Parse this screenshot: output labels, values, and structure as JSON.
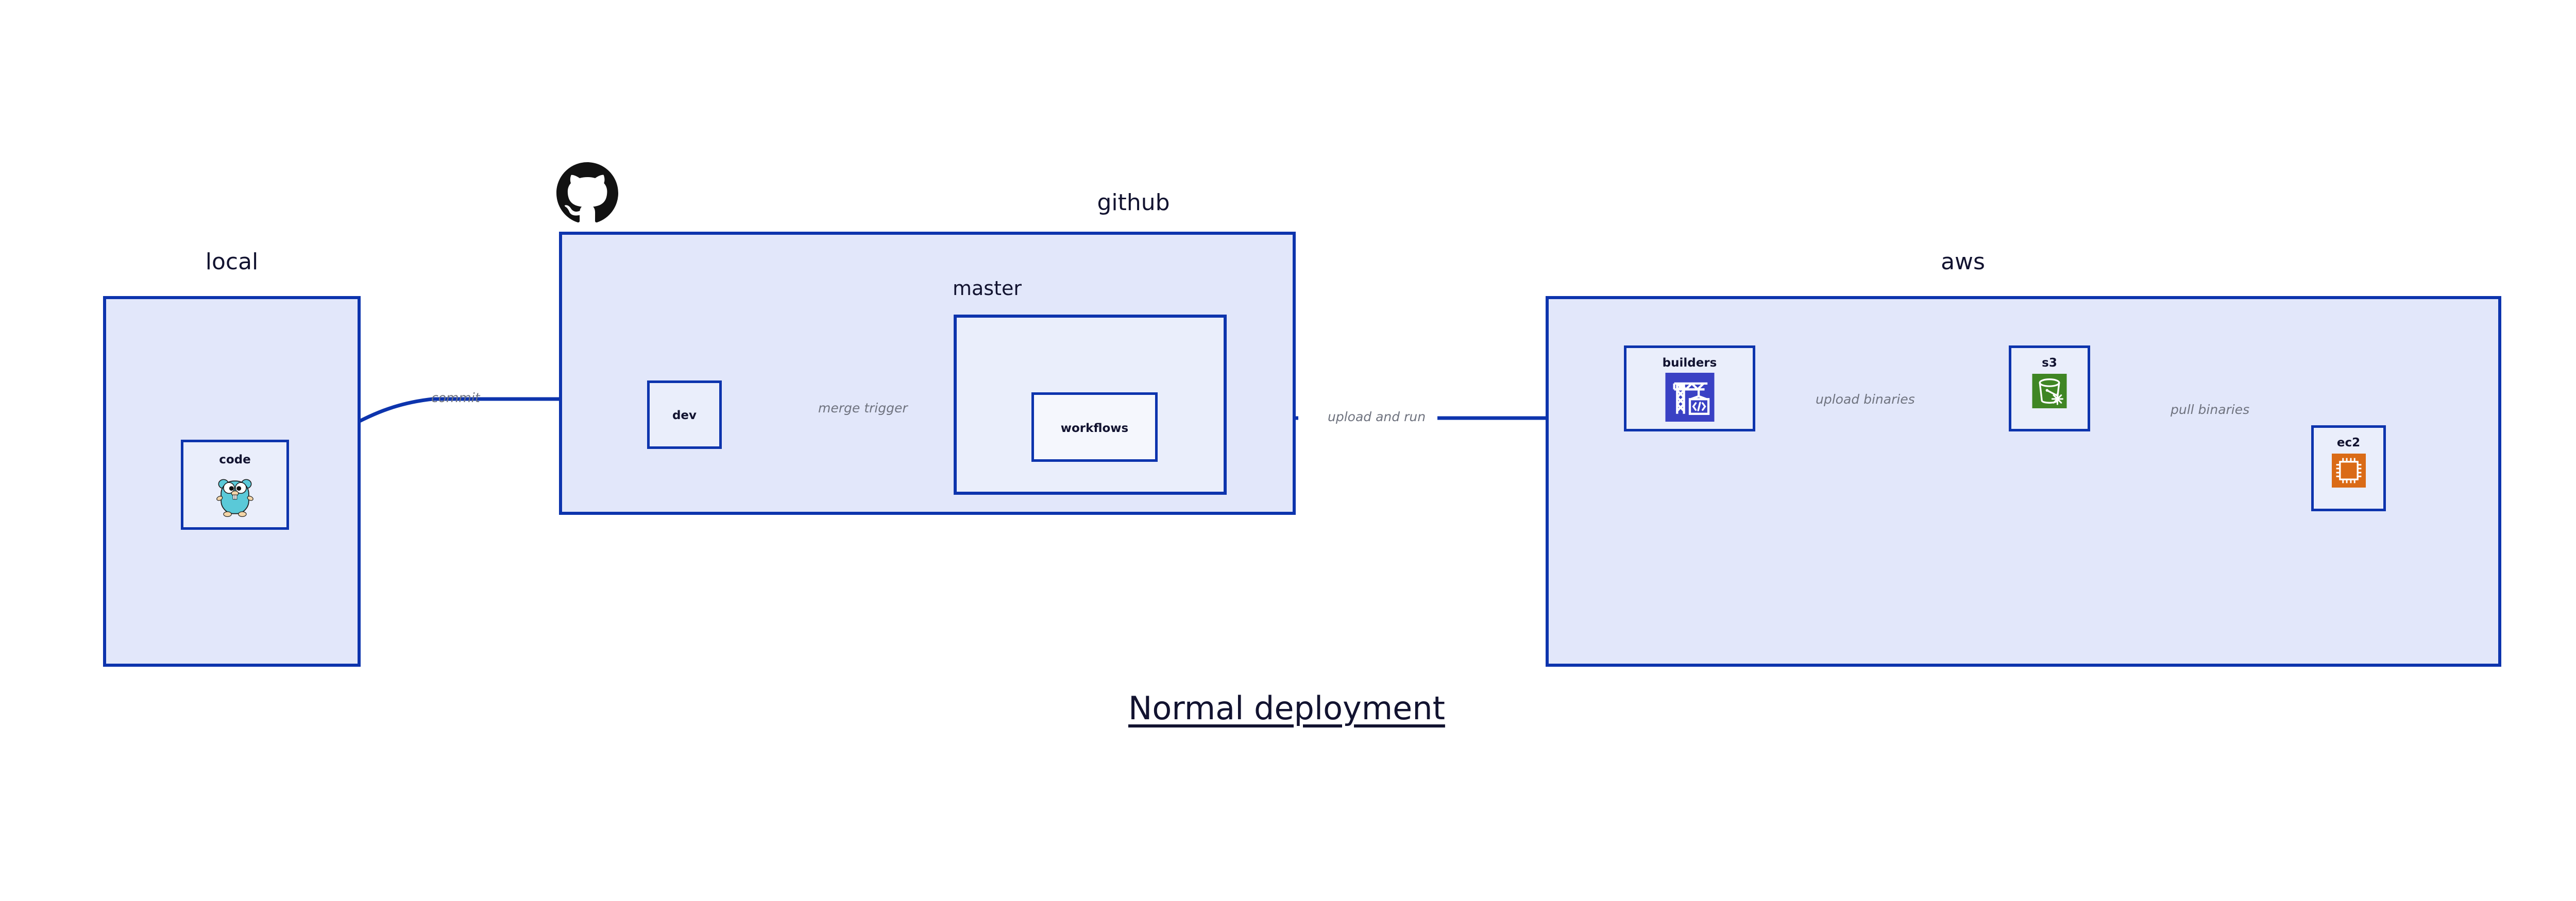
{
  "diagram": {
    "title": "Normal deployment",
    "background": "#ffffff",
    "accent_border": "#0d34ad",
    "group_fill": "#e2e7fa",
    "node_fill": "#eaeefb",
    "edge_label_color": "#6f737f",
    "text_color": "#121330"
  },
  "groups": [
    {
      "id": "local",
      "label": "local",
      "nodes": [
        {
          "id": "code",
          "label": "code",
          "icon": "go-gopher-icon"
        }
      ]
    },
    {
      "id": "github",
      "label": "github",
      "logo": "github-octocat-icon",
      "nodes": [
        {
          "id": "dev",
          "label": "dev",
          "icon": "none"
        }
      ],
      "subgroups": [
        {
          "id": "master",
          "label": "master",
          "nodes": [
            {
              "id": "workflows",
              "label": "workflows",
              "icon": "none"
            }
          ]
        }
      ]
    },
    {
      "id": "aws",
      "label": "aws",
      "nodes": [
        {
          "id": "builders",
          "label": "builders",
          "icon": "aws-codebuild-icon",
          "icon_color": "#3a41c4"
        },
        {
          "id": "s3",
          "label": "s3",
          "icon": "aws-s3-glacier-icon",
          "icon_color": "#3f8624"
        },
        {
          "id": "ec2",
          "label": "ec2",
          "icon": "aws-ec2-icon",
          "icon_color": "#da6b16"
        }
      ]
    }
  ],
  "edges": [
    {
      "id": "commit",
      "label": "commit",
      "from": "code",
      "to": "dev"
    },
    {
      "id": "merge-trigger",
      "label": "merge trigger",
      "from": "dev",
      "to": "workflows"
    },
    {
      "id": "upload-and-run",
      "label": "upload and run",
      "from": "workflows",
      "to": "builders"
    },
    {
      "id": "upload-binaries",
      "label": "upload binaries",
      "from": "builders",
      "to": "s3"
    },
    {
      "id": "pull-binaries",
      "label": "pull binaries",
      "from": "s3",
      "to": "ec2"
    }
  ]
}
